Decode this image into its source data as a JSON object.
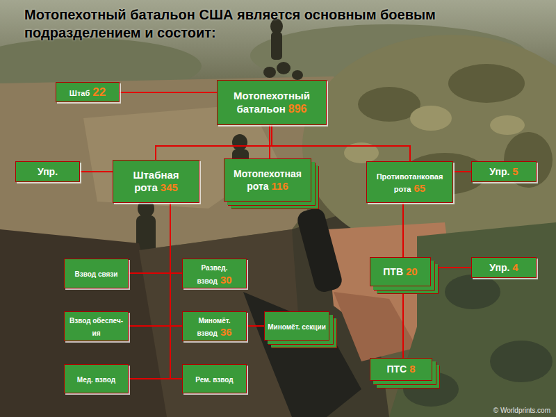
{
  "diagram": {
    "title": "Мотопехотный батальон США является основным боевым подразделением и состоит:",
    "nodes": [
      {
        "text": [
          "Штаб",
          "22"
        ]
      },
      {
        "text": [
          "Мотопехотный батальон",
          "896"
        ]
      },
      {
        "text": [
          "Упр."
        ]
      },
      {
        "text": [
          "Штабная рота",
          "345"
        ]
      },
      {
        "text": [
          "Мотопехотная рота",
          "116"
        ]
      },
      {
        "text": [
          "Противотанковая рота",
          "65"
        ]
      },
      {
        "text": [
          "Упр.",
          "5"
        ]
      },
      {
        "text": [
          "Взвод связи"
        ]
      },
      {
        "text": [
          "Развед. взвод",
          "30"
        ]
      },
      {
        "text": [
          "Взвод обеспеч-ия"
        ]
      },
      {
        "text": [
          "Миномёт. взвод",
          "36"
        ]
      },
      {
        "text": [
          "Миномёт. секции"
        ]
      },
      {
        "text": [
          "Мед. взвод"
        ]
      },
      {
        "text": [
          "Рем. взвод"
        ]
      },
      {
        "text": [
          "ПТВ",
          "20"
        ]
      },
      {
        "text": [
          "Упр.",
          "4"
        ]
      },
      {
        "text": [
          "ПТС",
          "8"
        ]
      }
    ],
    "edges": [
      {
        "from": 1,
        "to": 0,
        "arrow": "none"
      },
      {
        "from": 1,
        "to": 3,
        "arrow": "none"
      },
      {
        "from": 1,
        "to": 4,
        "arrow": "none"
      },
      {
        "from": 1,
        "to": 5,
        "arrow": "none"
      },
      {
        "from": 3,
        "to": 2,
        "arrow": "none"
      },
      {
        "from": 3,
        "to": 7,
        "arrow": "none"
      },
      {
        "from": 3,
        "to": 8,
        "arrow": "none"
      },
      {
        "from": 3,
        "to": 9,
        "arrow": "none"
      },
      {
        "from": 3,
        "to": 10,
        "arrow": "none"
      },
      {
        "from": 3,
        "to": 12,
        "arrow": "none"
      },
      {
        "from": 3,
        "to": 13,
        "arrow": "none"
      },
      {
        "from": 10,
        "to": 11,
        "arrow": "none"
      },
      {
        "from": 5,
        "to": 6,
        "arrow": "none"
      },
      {
        "from": 5,
        "to": 14,
        "arrow": "none"
      },
      {
        "from": 14,
        "to": 15,
        "arrow": "none"
      },
      {
        "from": 14,
        "to": 16,
        "arrow": "none"
      }
    ],
    "labels": [
      "© Worldprints.com"
    ]
  }
}
